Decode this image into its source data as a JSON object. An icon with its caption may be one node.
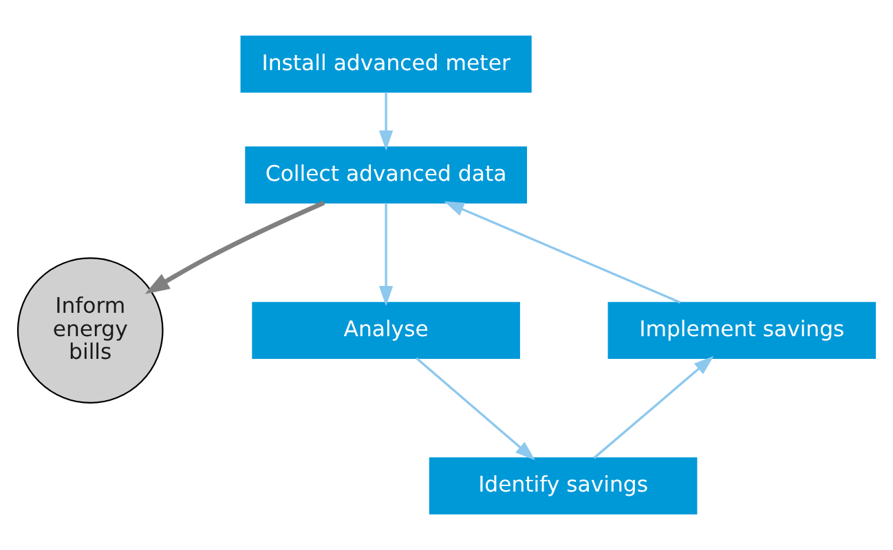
{
  "diagram": {
    "nodes": [
      {
        "text": [
          "Install advanced meter"
        ]
      },
      {
        "text": [
          "Collect advanced data"
        ]
      },
      {
        "text": [
          "Inform energy bills"
        ]
      },
      {
        "text": [
          "Implement savings"
        ]
      },
      {
        "text": [
          "Analyse"
        ]
      },
      {
        "text": [
          "Identify savings"
        ]
      }
    ],
    "edges": [
      {
        "from": 0,
        "to": 1,
        "arrow": "to"
      },
      {
        "from": 1,
        "to": 4,
        "arrow": "to"
      },
      {
        "from": 4,
        "to": 5,
        "arrow": "to"
      },
      {
        "from": 5,
        "to": 3,
        "arrow": "to"
      },
      {
        "from": 3,
        "to": 1,
        "arrow": "to"
      },
      {
        "from": 1,
        "to": 2,
        "arrow": "to",
        "style": "thick",
        "color": "#808080"
      }
    ]
  }
}
